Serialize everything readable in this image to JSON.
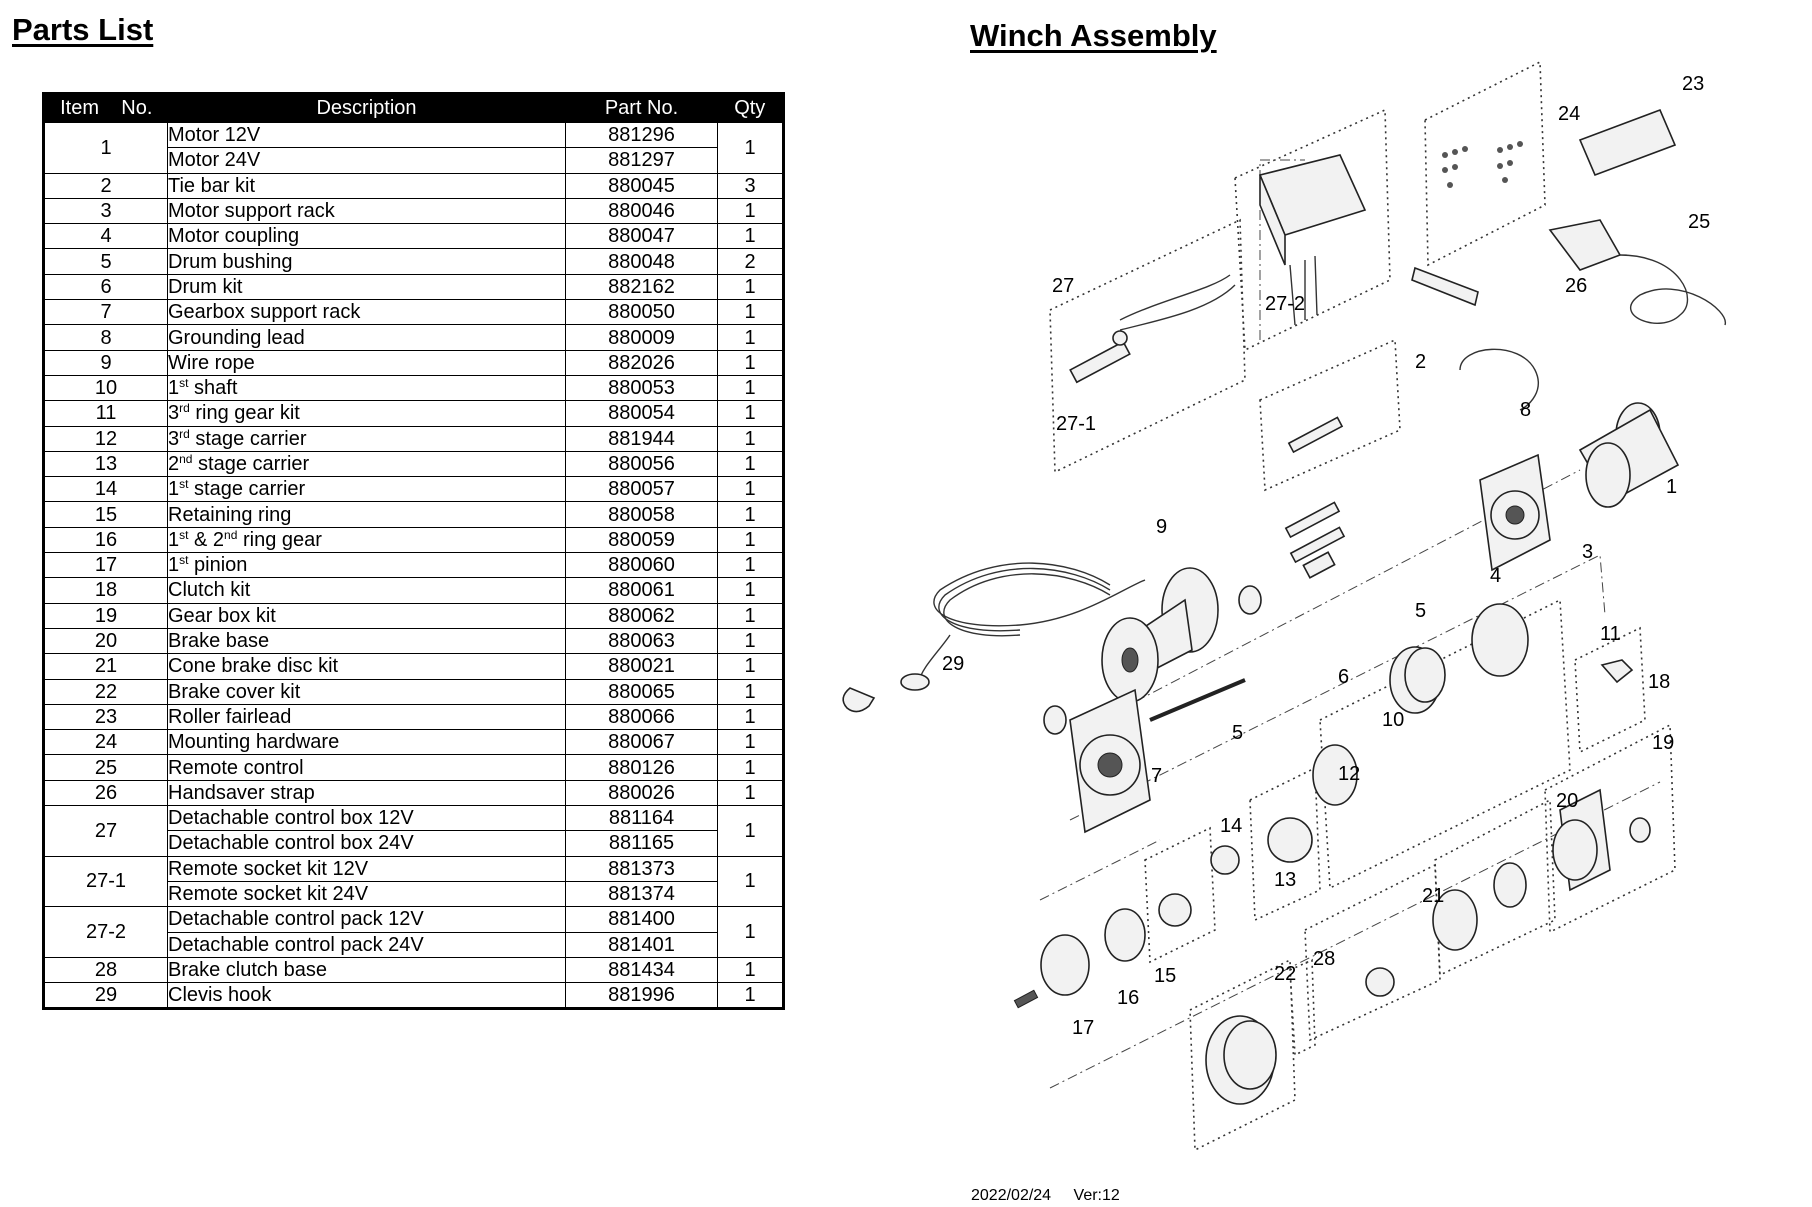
{
  "parts_list": {
    "title": "Parts List",
    "headers": [
      "Item    No.",
      "Description",
      "Part No.",
      "Qty"
    ],
    "rows": [
      {
        "item": "1",
        "entries": [
          {
            "desc": "Motor 12V",
            "part": "881296"
          },
          {
            "desc": "Motor 24V",
            "part": "881297"
          }
        ],
        "qty": "1"
      },
      {
        "item": "2",
        "entries": [
          {
            "desc": "Tie bar kit",
            "part": "880045"
          }
        ],
        "qty": "3"
      },
      {
        "item": "3",
        "entries": [
          {
            "desc": "Motor support rack",
            "part": "880046"
          }
        ],
        "qty": "1"
      },
      {
        "item": "4",
        "entries": [
          {
            "desc": "Motor coupling",
            "part": "880047"
          }
        ],
        "qty": "1"
      },
      {
        "item": "5",
        "entries": [
          {
            "desc": "Drum bushing",
            "part": "880048"
          }
        ],
        "qty": "2"
      },
      {
        "item": "6",
        "entries": [
          {
            "desc": "Drum kit",
            "part": "882162"
          }
        ],
        "qty": "1"
      },
      {
        "item": "7",
        "entries": [
          {
            "desc": "Gearbox support rack",
            "part": "880050"
          }
        ],
        "qty": "1"
      },
      {
        "item": "8",
        "entries": [
          {
            "desc": "Grounding lead",
            "part": "880009"
          }
        ],
        "qty": "1"
      },
      {
        "item": "9",
        "entries": [
          {
            "desc": "Wire rope",
            "part": "882026"
          }
        ],
        "qty": "1"
      },
      {
        "item": "10",
        "entries": [
          {
            "desc": "1st shaft",
            "part": "880053"
          }
        ],
        "qty": "1"
      },
      {
        "item": "11",
        "entries": [
          {
            "desc": "3rd ring gear kit",
            "part": "880054"
          }
        ],
        "qty": "1"
      },
      {
        "item": "12",
        "entries": [
          {
            "desc": "3rd stage carrier",
            "part": "881944"
          }
        ],
        "qty": "1"
      },
      {
        "item": "13",
        "entries": [
          {
            "desc": "2nd stage carrier",
            "part": "880056"
          }
        ],
        "qty": "1"
      },
      {
        "item": "14",
        "entries": [
          {
            "desc": "1st stage carrier",
            "part": "880057"
          }
        ],
        "qty": "1"
      },
      {
        "item": "15",
        "entries": [
          {
            "desc": "Retaining ring",
            "part": "880058"
          }
        ],
        "qty": "1"
      },
      {
        "item": "16",
        "entries": [
          {
            "desc": "1st & 2nd ring gear",
            "part": "880059"
          }
        ],
        "qty": "1"
      },
      {
        "item": "17",
        "entries": [
          {
            "desc": "1st pinion",
            "part": "880060"
          }
        ],
        "qty": "1"
      },
      {
        "item": "18",
        "entries": [
          {
            "desc": "Clutch kit",
            "part": "880061"
          }
        ],
        "qty": "1"
      },
      {
        "item": "19",
        "entries": [
          {
            "desc": "Gear box kit",
            "part": "880062"
          }
        ],
        "qty": "1"
      },
      {
        "item": "20",
        "entries": [
          {
            "desc": "Brake base",
            "part": "880063"
          }
        ],
        "qty": "1"
      },
      {
        "item": "21",
        "entries": [
          {
            "desc": "Cone brake disc kit",
            "part": "880021"
          }
        ],
        "qty": "1"
      },
      {
        "item": "22",
        "entries": [
          {
            "desc": "Brake cover kit",
            "part": "880065"
          }
        ],
        "qty": "1"
      },
      {
        "item": "23",
        "entries": [
          {
            "desc": "Roller fairlead",
            "part": "880066"
          }
        ],
        "qty": "1"
      },
      {
        "item": "24",
        "entries": [
          {
            "desc": "Mounting hardware",
            "part": "880067"
          }
        ],
        "qty": "1"
      },
      {
        "item": "25",
        "entries": [
          {
            "desc": "Remote control",
            "part": "880126"
          }
        ],
        "qty": "1"
      },
      {
        "item": "26",
        "entries": [
          {
            "desc": "Handsaver strap",
            "part": "880026"
          }
        ],
        "qty": "1"
      },
      {
        "item": "27",
        "entries": [
          {
            "desc": "Detachable control box 12V",
            "part": "881164"
          },
          {
            "desc": "Detachable control box 24V",
            "part": "881165"
          }
        ],
        "qty": "1"
      },
      {
        "item": "27-1",
        "entries": [
          {
            "desc": "Remote socket kit 12V",
            "part": "881373"
          },
          {
            "desc": "Remote socket kit 24V",
            "part": "881374"
          }
        ],
        "qty": "1"
      },
      {
        "item": "27-2",
        "entries": [
          {
            "desc": "Detachable control pack 12V",
            "part": "881400"
          },
          {
            "desc": "Detachable control pack 24V",
            "part": "881401"
          }
        ],
        "qty": "1"
      },
      {
        "item": "28",
        "entries": [
          {
            "desc": "Brake clutch base",
            "part": "881434"
          }
        ],
        "qty": "1"
      },
      {
        "item": "29",
        "entries": [
          {
            "desc": "Clevis hook",
            "part": "881996"
          }
        ],
        "qty": "1"
      }
    ]
  },
  "assembly": {
    "title": "Winch Assembly",
    "callouts": [
      "1",
      "2",
      "3",
      "4",
      "5",
      "5",
      "6",
      "7",
      "8",
      "9",
      "10",
      "11",
      "12",
      "13",
      "14",
      "15",
      "16",
      "17",
      "18",
      "19",
      "20",
      "21",
      "22",
      "23",
      "24",
      "25",
      "26",
      "27",
      "27-1",
      "27-2",
      "28",
      "29"
    ]
  },
  "footer": {
    "date": "2022/02/24",
    "version": "Ver:12"
  }
}
